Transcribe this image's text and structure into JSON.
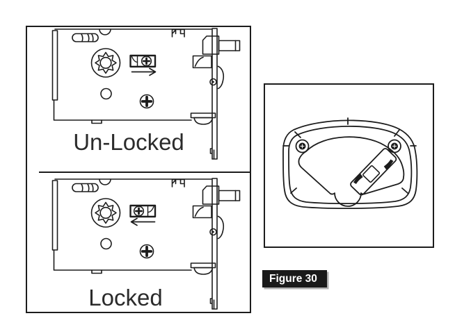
{
  "diagram": {
    "panels": [
      {
        "label": "Un-Locked",
        "slider_position": "right",
        "arrow_direction": "right"
      },
      {
        "label": "Locked",
        "slider_position": "left",
        "arrow_direction": "left"
      }
    ],
    "caption": "Figure 30",
    "colors": {
      "line": "#1c1c1c",
      "caption_bg": "#1a1a1a",
      "caption_text": "#ffffff",
      "label_text": "#2b2b2b",
      "background": "#ffffff"
    }
  }
}
